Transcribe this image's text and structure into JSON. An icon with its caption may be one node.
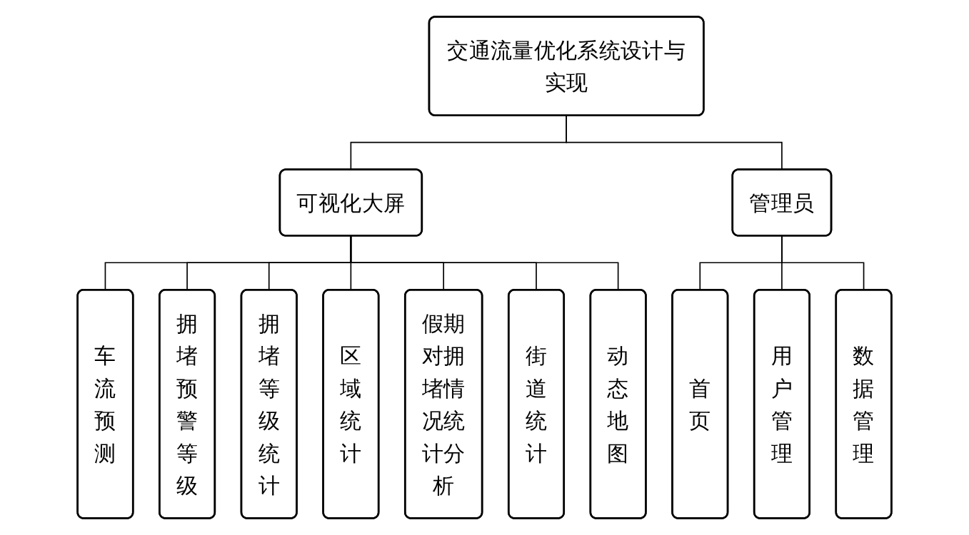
{
  "diagram": {
    "nodes": [
      {
        "text": [
          "交通流量优化系统设计与实现"
        ]
      },
      {
        "text": [
          "可视化大屏"
        ]
      },
      {
        "text": [
          "管理员"
        ]
      },
      {
        "text": [
          "车流预测"
        ]
      },
      {
        "text": [
          "拥堵预警等级"
        ]
      },
      {
        "text": [
          "拥堵等级统计"
        ]
      },
      {
        "text": [
          "区域统计"
        ]
      },
      {
        "text": [
          "假期对拥堵情况统计分析"
        ]
      },
      {
        "text": [
          "街道统计"
        ]
      },
      {
        "text": [
          "动态地图"
        ]
      },
      {
        "text": [
          "首页"
        ]
      },
      {
        "text": [
          "用户管理"
        ]
      },
      {
        "text": [
          "数据管理"
        ]
      }
    ],
    "edges": [
      {
        "from": 0,
        "to": 1,
        "arrow": "none"
      },
      {
        "from": 0,
        "to": 2,
        "arrow": "none"
      },
      {
        "from": 1,
        "to": 3,
        "arrow": "none"
      },
      {
        "from": 1,
        "to": 4,
        "arrow": "none"
      },
      {
        "from": 1,
        "to": 5,
        "arrow": "none"
      },
      {
        "from": 1,
        "to": 6,
        "arrow": "none"
      },
      {
        "from": 1,
        "to": 7,
        "arrow": "none"
      },
      {
        "from": 1,
        "to": 8,
        "arrow": "none"
      },
      {
        "from": 1,
        "to": 9,
        "arrow": "none"
      },
      {
        "from": 2,
        "to": 10,
        "arrow": "none"
      },
      {
        "from": 2,
        "to": 11,
        "arrow": "none"
      },
      {
        "from": 2,
        "to": 12,
        "arrow": "none"
      }
    ]
  }
}
